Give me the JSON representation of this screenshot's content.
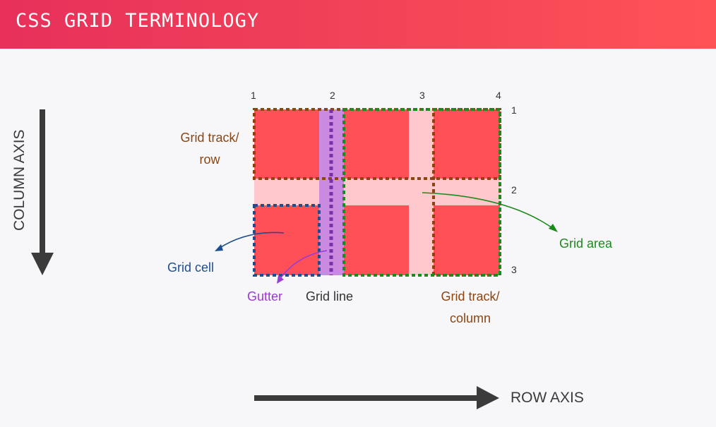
{
  "header": {
    "title": "CSS GRID TERMINOLOGY"
  },
  "axes": {
    "column_axis_label": "COLUMN AXIS",
    "row_axis_label": "ROW AXIS"
  },
  "grid_lines": {
    "column_numbers": [
      "1",
      "2",
      "3",
      "4"
    ],
    "row_numbers": [
      "1",
      "2",
      "3"
    ]
  },
  "labels": {
    "grid_track_row": [
      "Grid track/",
      "row"
    ],
    "grid_cell": "Grid cell",
    "gutter": "Gutter",
    "grid_line": "Grid line",
    "grid_track_column": [
      "Grid track/",
      "column"
    ],
    "grid_area": "Grid area"
  },
  "colors": {
    "cell": "#ff4f57",
    "gutter_fill": "#ffc8cc",
    "track": "#8b4513",
    "grid_area": "#1d8a1d",
    "grid_cell": "#1f4e8c",
    "gutter_highlight": "#c98ae0",
    "grid_line": "#7b2fa8",
    "gutter_label": "#9a3ad8"
  }
}
